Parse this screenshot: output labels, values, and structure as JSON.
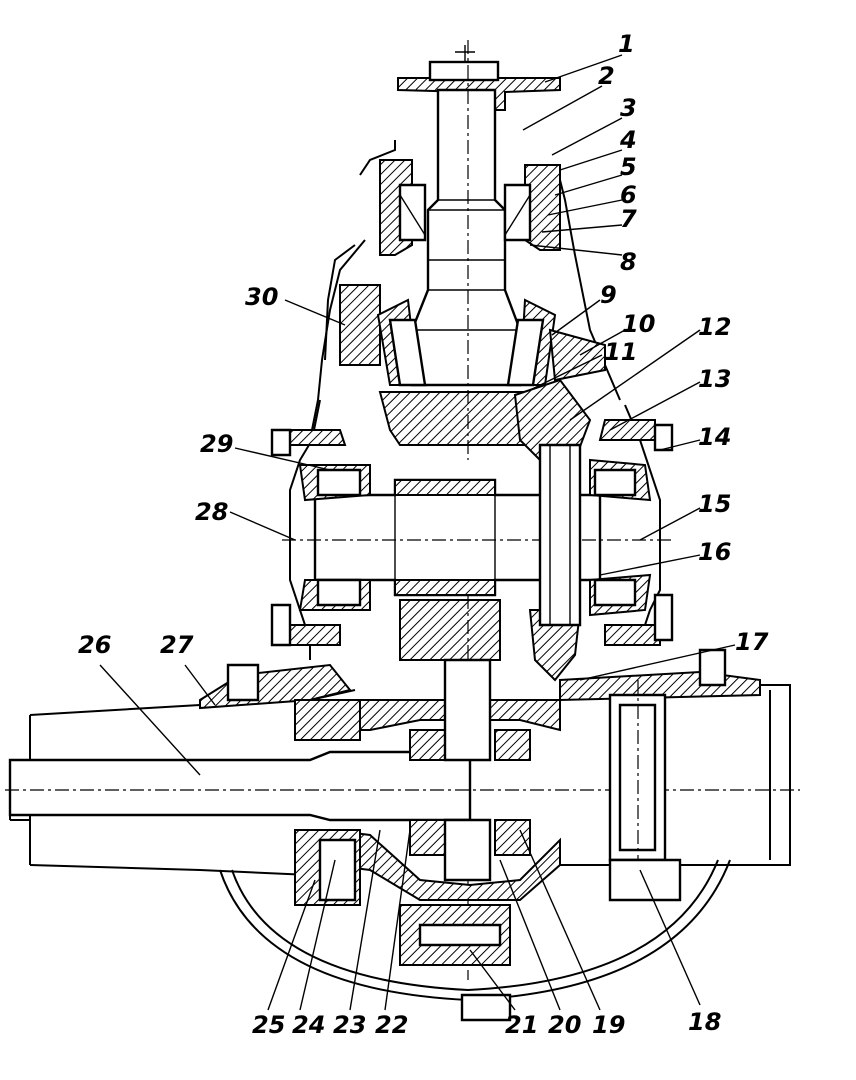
{
  "callouts": [
    {
      "id": 1,
      "label": "1"
    },
    {
      "id": 2,
      "label": "2"
    },
    {
      "id": 3,
      "label": "3"
    },
    {
      "id": 4,
      "label": "4"
    },
    {
      "id": 5,
      "label": "5"
    },
    {
      "id": 6,
      "label": "6"
    },
    {
      "id": 7,
      "label": "7"
    },
    {
      "id": 8,
      "label": "8"
    },
    {
      "id": 9,
      "label": "9"
    },
    {
      "id": 10,
      "label": "10"
    },
    {
      "id": 11,
      "label": "11"
    },
    {
      "id": 12,
      "label": "12"
    },
    {
      "id": 13,
      "label": "13"
    },
    {
      "id": 14,
      "label": "14"
    },
    {
      "id": 15,
      "label": "15"
    },
    {
      "id": 16,
      "label": "16"
    },
    {
      "id": 17,
      "label": "17"
    },
    {
      "id": 18,
      "label": "18"
    },
    {
      "id": 19,
      "label": "19"
    },
    {
      "id": 20,
      "label": "20"
    },
    {
      "id": 21,
      "label": "21"
    },
    {
      "id": 22,
      "label": "22"
    },
    {
      "id": 23,
      "label": "23"
    },
    {
      "id": 24,
      "label": "24"
    },
    {
      "id": 25,
      "label": "25"
    },
    {
      "id": 26,
      "label": "26"
    },
    {
      "id": 27,
      "label": "27"
    },
    {
      "id": 28,
      "label": "28"
    },
    {
      "id": 29,
      "label": "29"
    },
    {
      "id": 30,
      "label": "30"
    }
  ]
}
